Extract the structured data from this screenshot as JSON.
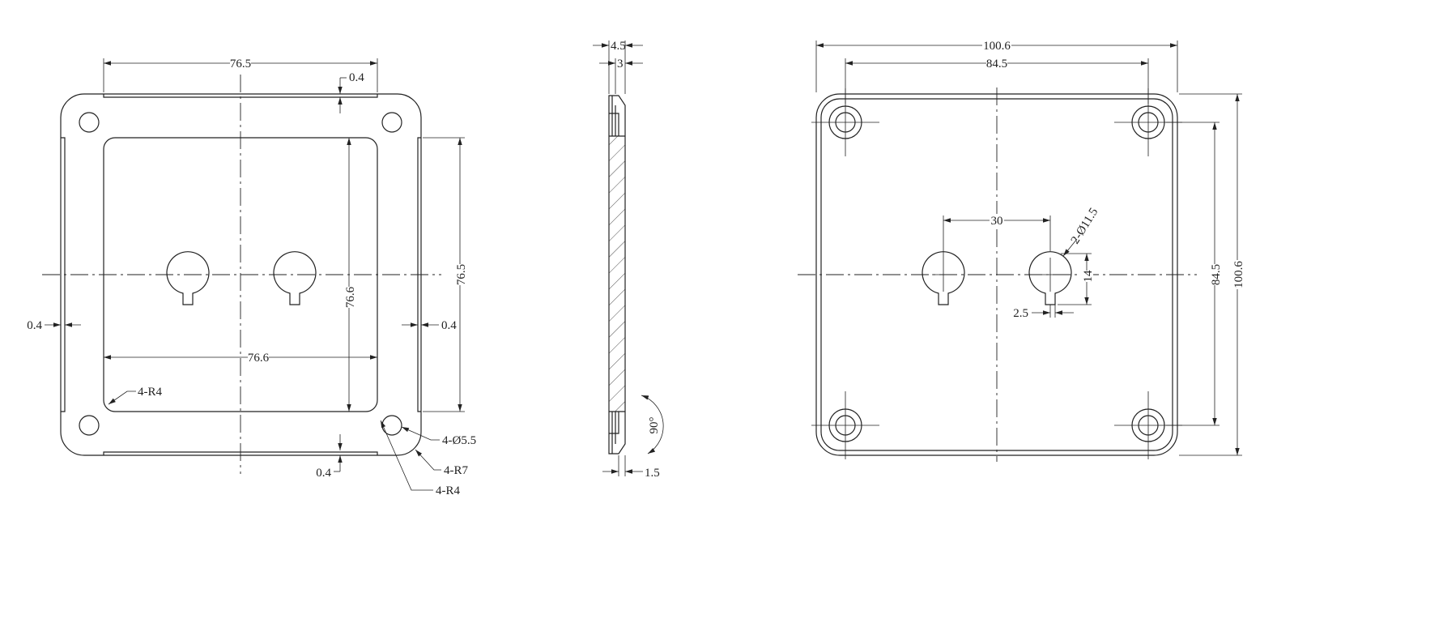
{
  "front_view": {
    "width_top": "76.5",
    "width_inner": "76.6",
    "height_inner": "76.6",
    "height_right": "76.5",
    "gap_top": "0.4",
    "gap_bottom": "0.4",
    "gap_left": "0.4",
    "gap_right": "0.4",
    "note_r4_inner": "4-R4",
    "note_hole": "4-Ø5.5",
    "note_r7": "4-R7",
    "note_r4_outer": "4-R4"
  },
  "side_view": {
    "thickness_total": "4.5",
    "thickness_plate": "3",
    "angle": "90°",
    "lip": "1.5"
  },
  "back_view": {
    "overall_width": "100.6",
    "hole_pitch_x": "84.5",
    "hole_pitch_y": "84.5",
    "overall_height": "100.6",
    "knock_pitch": "30",
    "knock_dia": "2-Ø11.5",
    "key_depth": "14",
    "key_width": "2.5"
  }
}
